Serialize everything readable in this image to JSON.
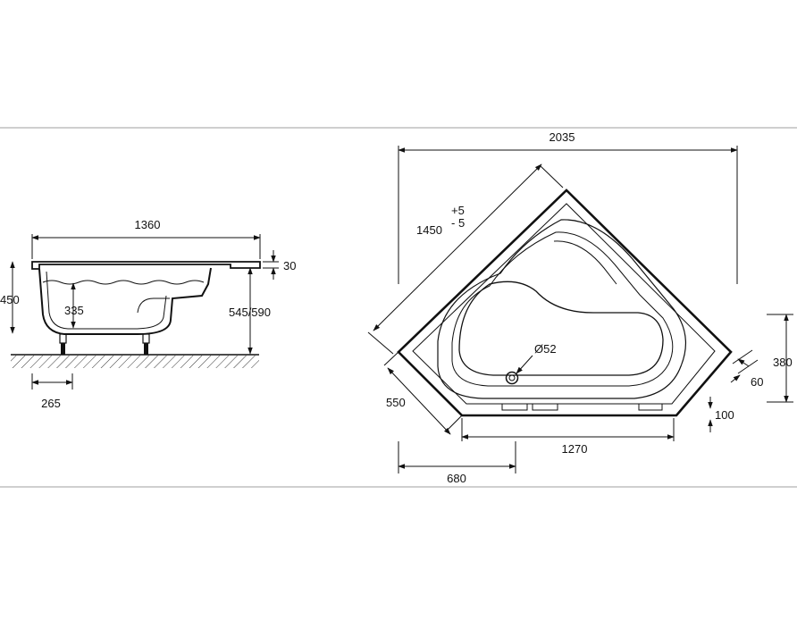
{
  "colors": {
    "background": "#ffffff",
    "line": "#111111",
    "frame_border": "#bfbfbf",
    "light_line": "#777777"
  },
  "side_view": {
    "dim_length": "1360",
    "dim_rim": "30",
    "dim_height_left": "450",
    "dim_depth": "335",
    "dim_height_right": "545/590",
    "dim_leg": "265"
  },
  "top_view": {
    "dim_total_width": "2035",
    "dim_diagonal": "1450",
    "tol_plus": "+5",
    "tol_minus": "- 5",
    "dim_drain": "Ø52",
    "dim_side_left": "550",
    "dim_bottom": "1270",
    "dim_right_height": "380",
    "dim_right_offset": "60",
    "dim_step": "100",
    "dim_left_offset": "680"
  }
}
